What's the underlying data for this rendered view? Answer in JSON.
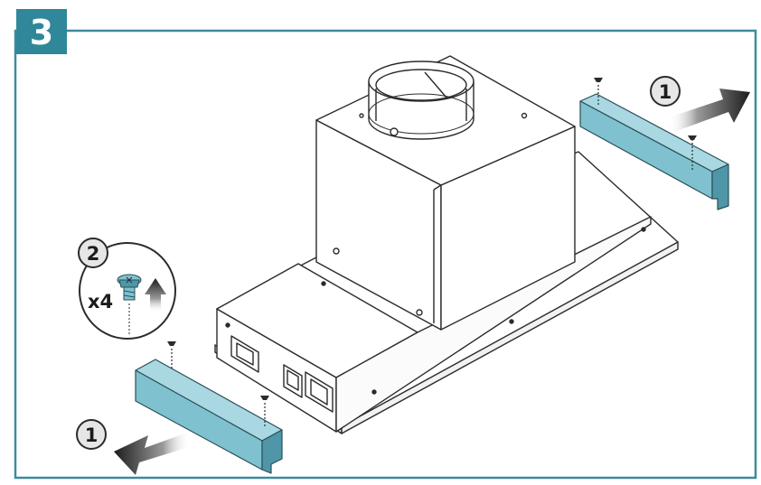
{
  "step": {
    "number": "3"
  },
  "callouts": {
    "remove_right": "1",
    "remove_left": "1",
    "screws": "2"
  },
  "screw_detail": {
    "quantity": "x4"
  },
  "colors": {
    "frame": "#3e8a9a",
    "badge": "#2f8799",
    "bracket": "#7fc1cf",
    "bracket_dark": "#4f97a8",
    "outline": "#2b2b2b",
    "body_fill": "#ffffff",
    "circle_fill": "#e6e6e6"
  },
  "icons": [
    "step-badge",
    "hood-body",
    "duct-collar",
    "mounting-bracket",
    "screw-icon",
    "arrow-icon"
  ]
}
